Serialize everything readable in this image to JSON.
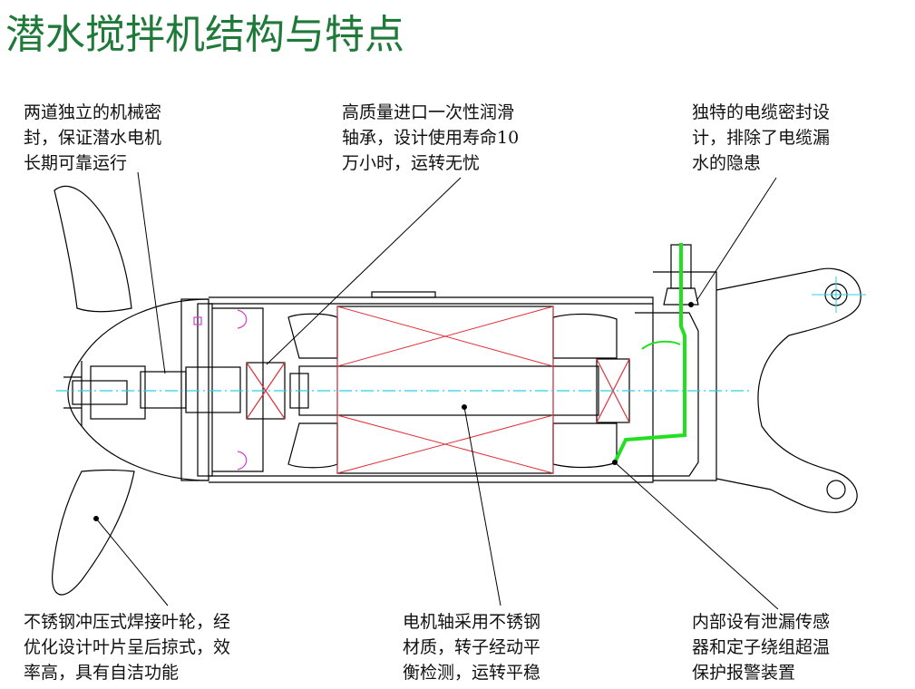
{
  "title": "潜水搅拌机结构与特点",
  "annotations": {
    "seal": [
      "两道独立的机械密",
      "封，保证潜水电机",
      "长期可靠运行"
    ],
    "bearing": [
      "高质量进口一次性润滑",
      "轴承，设计使用寿命10",
      "万小时，运转无忧"
    ],
    "cable": [
      "独特的电缆密封设",
      "计，排除了电缆漏",
      "水的隐患"
    ],
    "impeller": [
      "不锈钢冲压式焊接叶轮，经",
      "优化设计叶片呈后掠式，效",
      "率高，具有自洁功能"
    ],
    "shaft": [
      "电机轴采用不锈钢",
      "材质，转子经动平",
      "衡检测，运转平稳"
    ],
    "sensor": [
      "内部设有泄漏传感",
      "器和定子绕组超温",
      "保护报警装置"
    ]
  },
  "colors": {
    "title": "#1f7a3a",
    "winding": "#e0303a",
    "centerline": "#2ad0e0",
    "cable": "#22e020",
    "seal_marks": "#d040d0",
    "lines": "#000000"
  }
}
